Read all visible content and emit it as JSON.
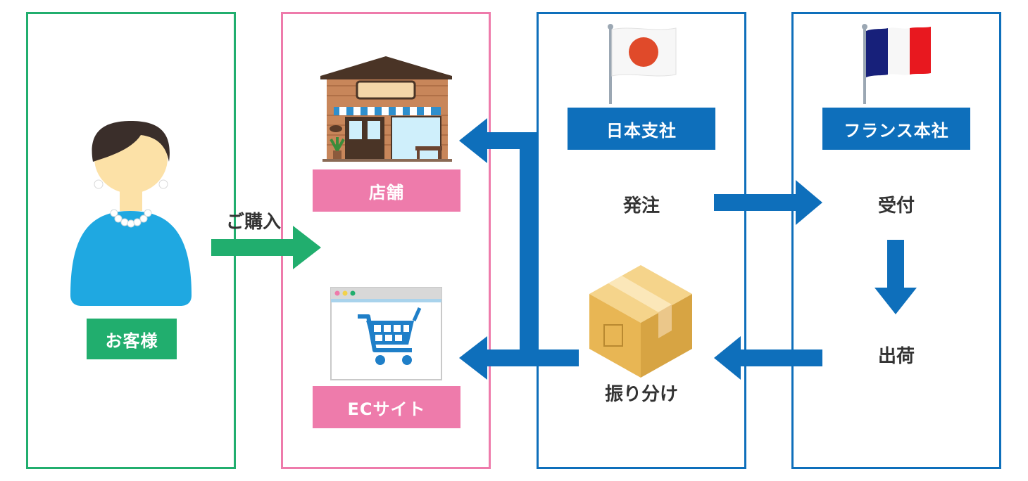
{
  "colors": {
    "customer": "#21AE6E",
    "shop": "#EE7BAB",
    "japan": "#0E6FBB",
    "france": "#0E6FBB",
    "arrow_green": "#21AE6E",
    "arrow_blue": "#0E6FBB"
  },
  "customer": {
    "label": "お客様"
  },
  "purchase_label": "ご購入",
  "shop": {
    "store_label": "店舗",
    "ec_label": "ECサイト"
  },
  "japan": {
    "label": "日本支社",
    "order": "発注",
    "sorting": "振り分け"
  },
  "france": {
    "label": "フランス本社",
    "receive": "受付",
    "ship": "出荷"
  },
  "icons": [
    "person-icon",
    "store-icon",
    "cart-browser-icon",
    "japan-flag-icon",
    "france-flag-icon",
    "box-icon"
  ]
}
